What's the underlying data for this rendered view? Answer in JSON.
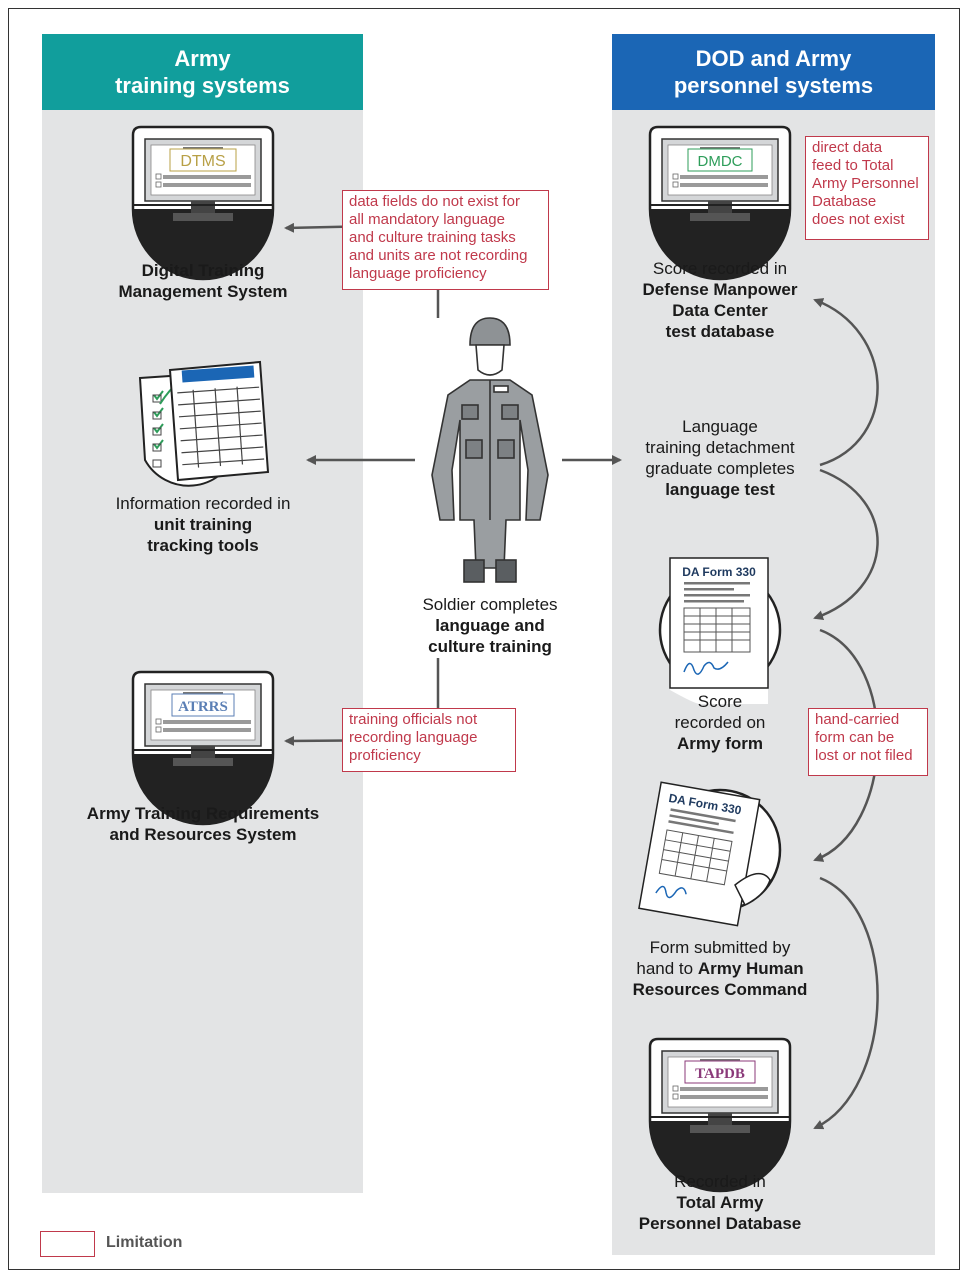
{
  "headers": {
    "left": [
      "Army",
      "training systems"
    ],
    "right": [
      "DOD and Army",
      "personnel systems"
    ]
  },
  "screens": {
    "dtms": "DTMS",
    "atrrs": "ATRRS",
    "dmdc": "DMDC",
    "tapdb": "TAPDB"
  },
  "forms": {
    "form1_title": "DA Form 330",
    "form2_title": "DA Form 330"
  },
  "nodes": {
    "dtms": {
      "line1": "Digital Training",
      "line2": "Management System"
    },
    "tracking": {
      "line1": "Information recorded in",
      "line2": "unit training",
      "line3": "tracking tools"
    },
    "atrrs": {
      "line1": "Army Training Requirements",
      "line2": "and Resources System"
    },
    "soldier": {
      "line1": "Soldier completes",
      "line2": "language and",
      "line3": "culture training"
    },
    "dmdc": {
      "line1": "Score recorded in",
      "line2": "Defense Manpower",
      "line3": "Data Center",
      "line4": "test database"
    },
    "test": {
      "line1": "Language",
      "line2": "training detachment",
      "line3": "graduate completes",
      "line4": "language test"
    },
    "armyform": {
      "line1": "Score",
      "line2": "recorded on",
      "line3": "Army form"
    },
    "submitted": {
      "line1": "Form submitted by",
      "line2a": "hand to ",
      "line2b": "Army Human",
      "line3": "Resources Command"
    },
    "tapdb": {
      "line1": "Recorded in",
      "line2": "Total Army",
      "line3": "Personnel Database"
    }
  },
  "limitations": {
    "dtms": [
      "data fields do not exist for",
      "all mandatory language",
      "and culture training tasks",
      "and units are not recording",
      "language proficiency"
    ],
    "atrrs": [
      "training officials not",
      "recording language",
      "proficiency"
    ],
    "dmdc": [
      "direct data",
      "feed to Total",
      "Army Personnel",
      "Database",
      "does not exist"
    ],
    "handcarried": [
      "hand-carried",
      "form can be",
      "lost or not filed"
    ]
  },
  "legend": {
    "label": "Limitation"
  },
  "colors": {
    "teal": "#119e9c",
    "blue": "#1b66b5",
    "limitation": "#c0394b",
    "panel": "#e3e4e5"
  }
}
